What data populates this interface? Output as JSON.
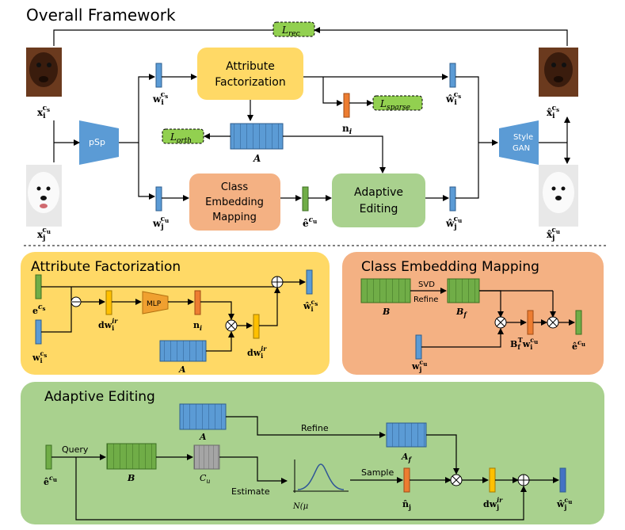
{
  "top": {
    "title": "Overall Framework",
    "psp": "pSp",
    "stylegan_line1": "Style",
    "stylegan_line2": "GAN",
    "attr_fact_line1": "Attribute",
    "attr_fact_line2": "Factorization",
    "cem_line1": "Class",
    "cem_line2": "Embedding",
    "cem_line3": "Mapping",
    "ae_line1": "Adaptive",
    "ae_line2": "Editing",
    "loss_rec": "L",
    "loss_rec_sub": "rec",
    "loss_sparse": "L",
    "loss_sparse_sub": "sparse",
    "loss_orth": "L",
    "loss_orth_sub": "orth",
    "label_A": "A",
    "label_n": "n",
    "label_n_sub": "i",
    "label_ecu": "ê",
    "label_ecu_sup": "c",
    "label_ecu_supsub": "u",
    "label_w_is": "w",
    "label_w_js": "w",
    "label_xi": "x",
    "label_xj": "x",
    "label_hat_xi": "x̂",
    "label_hat_xj": "x̂",
    "label_hat_wi": "ŵ",
    "label_hat_wj": "ŵ",
    "sub_i": "i",
    "sub_j": "j",
    "sup_c": "c",
    "sup_s": "s",
    "sup_u": "u",
    "image_source_dog1": "dog-spaniel-photo",
    "image_source_dog2": "dog-maltese-photo"
  },
  "af_panel": {
    "title": "Attribute Factorization",
    "e_cs": "e",
    "w_cs": "w",
    "dw_ir": "dw",
    "mlp": "MLP",
    "n_i": "n",
    "hat_dw_ir": "dw",
    "A": "A",
    "hat_w": "ŵ",
    "sup_ir": "ir"
  },
  "cem_panel": {
    "title": "Class Embedding Mapping",
    "svd": "SVD",
    "refine": "Refine",
    "B": "B",
    "B_f": "B",
    "B_f_sub": "f",
    "w_jcu": "w",
    "product": "B",
    "product_sup": "T",
    "ecu": "ê"
  },
  "ae_panel": {
    "title": "Adaptive Editing",
    "query": "Query",
    "B": "B",
    "A": "A",
    "C_u": "C",
    "C_u_sub": "u",
    "refine": "Refine",
    "A_f": "A",
    "A_f_sub": "f",
    "estimate": "Estimate",
    "sample": "Sample",
    "normal": "N(μ",
    "n_j": "n̂",
    "dw_ir": "dw",
    "hat_w": "ŵ",
    "ecu": "ê"
  },
  "colors": {
    "blue": "#5b9bd5",
    "orange": "#ed7d31",
    "yellow": "#ffc000",
    "green": "#70ad47",
    "gray": "#a5a5a5",
    "af_bg": "#ffd966",
    "cem_bg": "#f4b183",
    "ae_bg": "#a9d18e",
    "loss_green": "#92d050"
  }
}
